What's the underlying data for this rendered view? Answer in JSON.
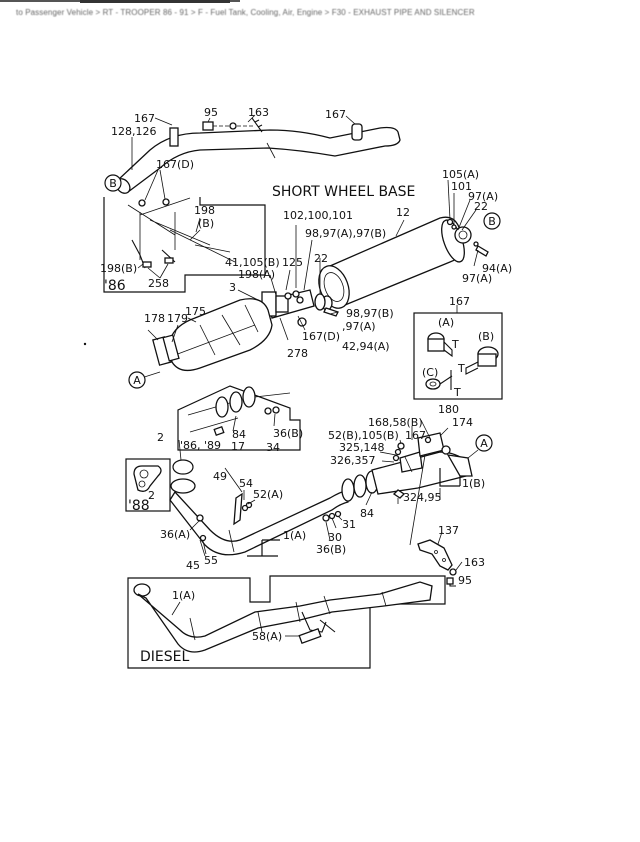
{
  "header": {
    "breadcrumb": "to Passenger Vehicle > RT - TROOPER 86 - 91 > F - Fuel Tank, Cooling, Air, Engine > F30 - EXHAUST PIPE AND SILENCER"
  },
  "diagram": {
    "title": "SHORT WHEEL BASE",
    "diesel_label": "DIESEL",
    "callouts": {
      "A1": "A",
      "A2": "A",
      "B1": "B",
      "B2": "B"
    },
    "insets": {
      "year86": "'86",
      "year88": "'88",
      "year86_89": "'86, '89",
      "clamp_title": "167",
      "clamp_a": "(A)",
      "clamp_b": "(B)",
      "clamp_c": "(C)",
      "clamp_t": "T"
    },
    "labels": {
      "p167a": "167",
      "p128": "128,126",
      "p95a": "95",
      "p163a": "163",
      "p167b": "167",
      "p167d_a": "167(D)",
      "p198b_a": "198",
      "p198b_b": "(B)",
      "p198b_c": "198(B)",
      "p258": "258",
      "p105a": "105(A)",
      "p101": "101",
      "p97a_1": "97(A)",
      "p22a": "22",
      "p12": "12",
      "p102": "102,100,101",
      "p98": "98,97(A),97(B)",
      "p94a": "94(A)",
      "p97a_2": "97(A)",
      "p41": "41,105(B)",
      "p198a": "198(A)",
      "p125": "125",
      "p22b": "22",
      "p3": "3",
      "p98b": "98,97(B)",
      "p97a_3": ",97(A)",
      "p167d_b": "167(D)",
      "p42": "42,94(A)",
      "p278": "278",
      "p178": "178",
      "p179": "179",
      "p175": "175",
      "p84a": "84",
      "p17": "17",
      "p36b_a": "36(B)",
      "p34": "34",
      "p2a": "2",
      "p2b": "2",
      "p49": "49",
      "p54": "54",
      "p52a": "52(A)",
      "p36a": "36(A)",
      "p55": "55",
      "p45": "45",
      "p1a_1": "1(A)",
      "p30": "30",
      "p31": "31",
      "p36b_b": "36(B)",
      "p84b": "84",
      "p168": "168,58(B)",
      "p52b": "52(B),105(B)",
      "p167c": "167",
      "p325": "325,148",
      "p326": "326,357",
      "p180": "180",
      "p174": "174",
      "p1b": "1(B)",
      "p324": "324,95",
      "p137": "137",
      "p163b": "163",
      "p95b": "95",
      "p1a_2": "1(A)",
      "p58a": "58(A)"
    }
  }
}
